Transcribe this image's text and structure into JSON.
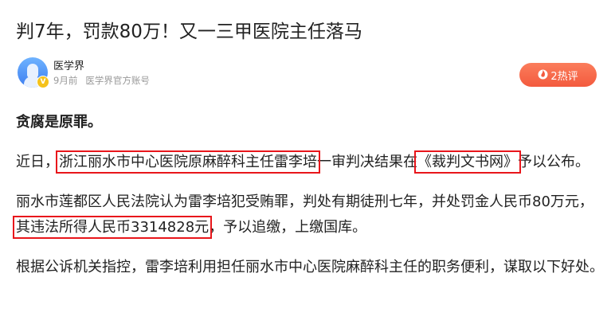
{
  "title": "判7年，罚款80万！又一三甲医院主任落马",
  "author": {
    "name": "医学界",
    "time": "9月前",
    "desc": "医学界官方账号",
    "badge": "V"
  },
  "hot_button": {
    "label": "2热评",
    "color": "#f35a3e"
  },
  "highlight_color": "#e8161b",
  "paragraphs": {
    "p0": "贪腐是原罪。",
    "p1a": "近日，",
    "p1b": "浙江丽水市中心医院原麻醉科主任雷李培",
    "p1c": "一审判决结果在",
    "p1d": "《裁判文书网》",
    "p1e": "予以公布。",
    "p2a": "丽水市莲都区人民法院认为雷李培犯受贿罪，判处有期徒刑七年，并处罚金人民币80万元，",
    "p2b": "其违法所得人民币3314828元",
    "p2c": "，予以追缴，上缴国库。",
    "p3": "根据公诉机关指控，雷李培利用担任丽水市中心医院麻醉科主任的职务便利，谋取以下好处。"
  }
}
